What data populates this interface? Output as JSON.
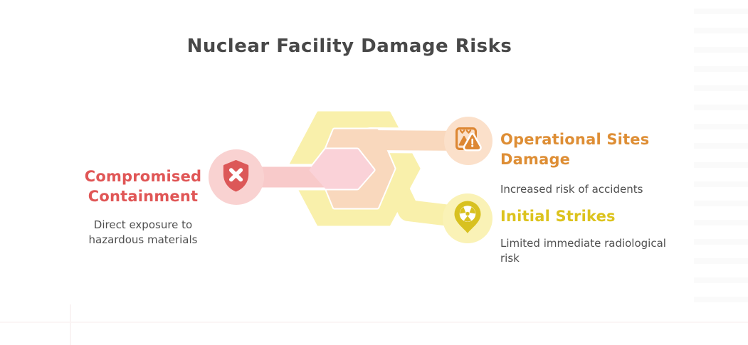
{
  "title": "Nuclear Facility Damage Risks",
  "colors": {
    "background": "#ffffff",
    "title_text": "#484848",
    "body_text": "#4f4f4f"
  },
  "nodes": [
    {
      "id": "compromised-containment",
      "label": "Compromised Containment",
      "description": "Direct exposure to hazardous materials",
      "accent": "#e05656",
      "icon": "shield-x-icon",
      "icon_color": "#dc5858",
      "circle_fill": "#f9d2d1",
      "connector_fill": "#f8caca",
      "hex_fill": "#fad2d8"
    },
    {
      "id": "operational-sites-damage",
      "label": "Operational Sites Damage",
      "description": "Increased risk of accidents",
      "accent": "#de8e35",
      "icon": "image-warning-icon",
      "icon_color": "#dd8733",
      "circle_fill": "#fbe0ca",
      "connector_fill": "#f9d8bd",
      "hex_fill": "#f9d8bd"
    },
    {
      "id": "initial-strikes",
      "label": "Initial Strikes",
      "description": "Limited immediate radiological risk",
      "accent": "#dcc31e",
      "icon": "radiation-pin-icon",
      "icon_color": "#d8c120",
      "circle_fill": "#faf2b6",
      "connector_fill": "#f9f0ab",
      "hex_fill": "#f9f0ab"
    }
  ]
}
